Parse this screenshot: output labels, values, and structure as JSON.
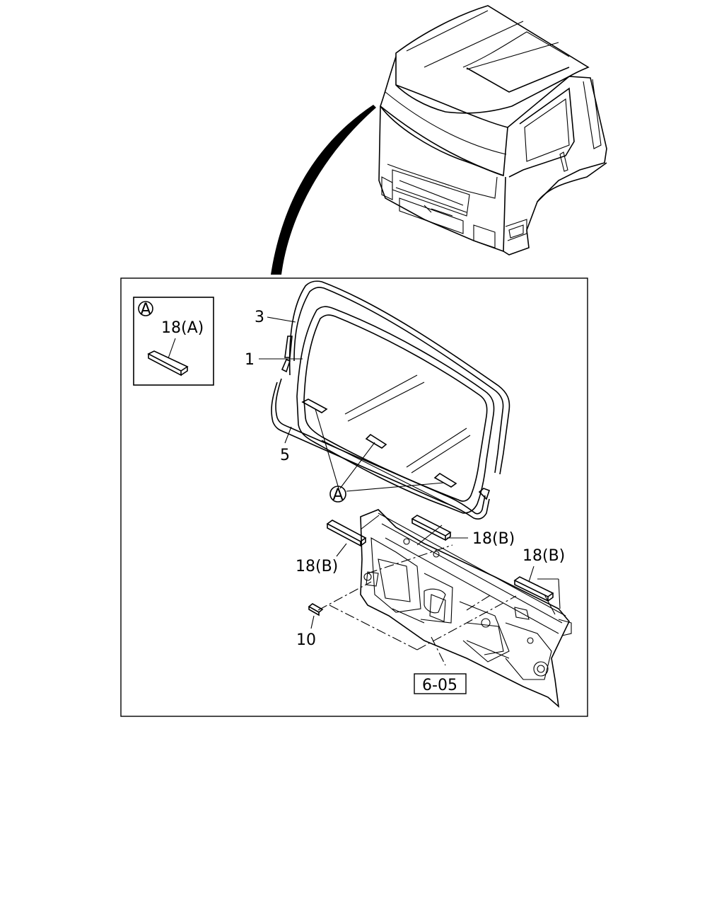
{
  "callouts": {
    "part_3": "3",
    "part_1": "1",
    "part_5": "5",
    "part_10": "10",
    "part_18a": "18(A)",
    "part_18b_left": "18(B)",
    "part_18b_center": "18(B)",
    "part_18b_right": "18(B)",
    "ref_a_main": "A",
    "ref_a_inset": "A",
    "ref_page": "6-05"
  }
}
